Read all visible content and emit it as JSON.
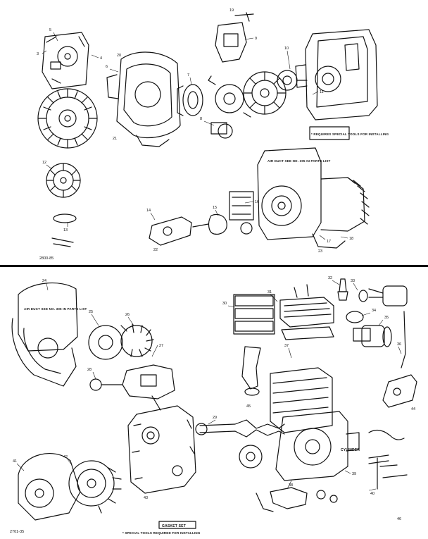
{
  "title": "",
  "panel_top": {
    "callouts": [
      "5",
      "3",
      "4",
      "6",
      "7",
      "8",
      "9",
      "10",
      "11",
      "12",
      "13",
      "14",
      "15",
      "16",
      "17",
      "18",
      "19",
      "20",
      "21",
      "22",
      "23"
    ],
    "notes": {
      "special_tools": "* REQUIRES SPECIAL TOOLS FOR INSTALLING",
      "housing_ref": "AIR DUCT SEE NO. 305 IN PARTS LIST"
    },
    "footer_code": "2800-85"
  },
  "panel_bottom": {
    "callouts": [
      "24",
      "25",
      "26",
      "27",
      "28",
      "29",
      "30",
      "31",
      "32",
      "33",
      "34",
      "35",
      "36",
      "37",
      "38",
      "39",
      "40",
      "41",
      "42",
      "43",
      "44",
      "45",
      "46"
    ],
    "notes": {
      "housing_ref": "AIR DUCT SEE NO. 305 IN PARTS LIST",
      "cylinder_label": "CYLINDER",
      "gasket_set": "GASKET SET",
      "special_tools": "* SPECIAL TOOLS REQUIRED FOR INSTALLING"
    },
    "footer_code": "2701-35"
  }
}
